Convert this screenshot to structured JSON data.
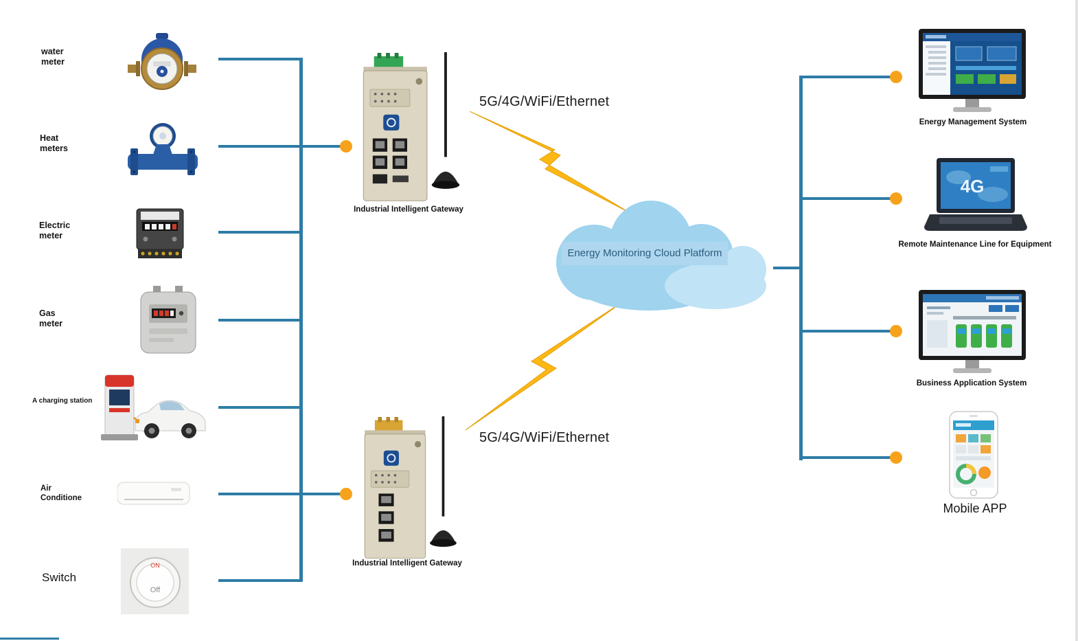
{
  "colors": {
    "line": "#2e7ca6",
    "dot": "#f6a21b",
    "bolt": "#fdb814",
    "boltEdge": "#e29e08",
    "cloud": "#9fd3ee",
    "cloudBand": "#aed7ef",
    "cloudText": "#2b5b7e"
  },
  "left": {
    "devices": [
      {
        "label": "water\nmeter"
      },
      {
        "label": "Heat\nmeters"
      },
      {
        "label": "Electric\nmeter"
      },
      {
        "label": "Gas\nmeter"
      },
      {
        "label": "A charging station"
      },
      {
        "label": "Air\nConditione"
      },
      {
        "label": "Switch"
      }
    ]
  },
  "gateways": [
    {
      "label": "Industrial Intelligent Gateway"
    },
    {
      "label": "Industrial Intelligent Gateway"
    }
  ],
  "links": [
    {
      "label": "5G/4G/WiFi/Ethernet"
    },
    {
      "label": "5G/4G/WiFi/Ethernet"
    }
  ],
  "cloud": {
    "label": "Energy Monitoring Cloud Platform"
  },
  "right": {
    "systems": [
      {
        "label": "Energy Management System"
      },
      {
        "label": "Remote Maintenance Line for Equipment"
      },
      {
        "label": "Business Application System"
      },
      {
        "label": "Mobile APP"
      }
    ]
  },
  "screens": {
    "laptop_text": "4G",
    "switch_on": "ON",
    "switch_off": "Off"
  }
}
